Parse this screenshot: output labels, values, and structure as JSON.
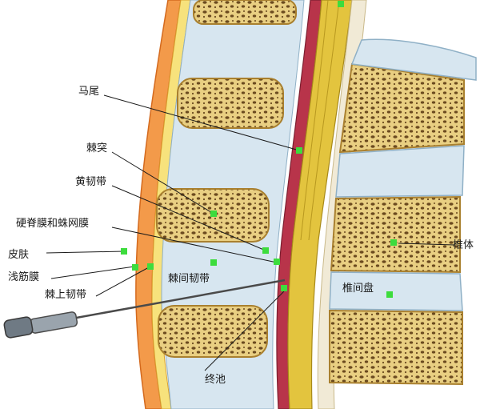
{
  "labels": {
    "cauda_equina": "马尾",
    "spinous_process": "棘突",
    "ligamentum_flavum": "黄韧带",
    "dura_arachnoid": "硬脊膜和蛛网膜",
    "skin": "皮肤",
    "superficial_fascia": "浅筋膜",
    "supraspinous_ligament": "棘上韧带",
    "interspinous_ligament": "棘间韧带",
    "terminal_cistern": "终池",
    "vertebral_body": "椎体",
    "intervertebral_disc": "椎间盘"
  },
  "colors": {
    "marker": "#3ddc3d",
    "bone": "#e9cf82",
    "bone_pore": "#6b4a1f",
    "disc": "#d7e6f0",
    "skin": "#f39a4a",
    "fat": "#f7e27c",
    "dura": "#b8344a",
    "cauda": "#e3c43e",
    "needle": "#4a4a4a"
  },
  "icons": [
    "spinal-needle-icon"
  ]
}
